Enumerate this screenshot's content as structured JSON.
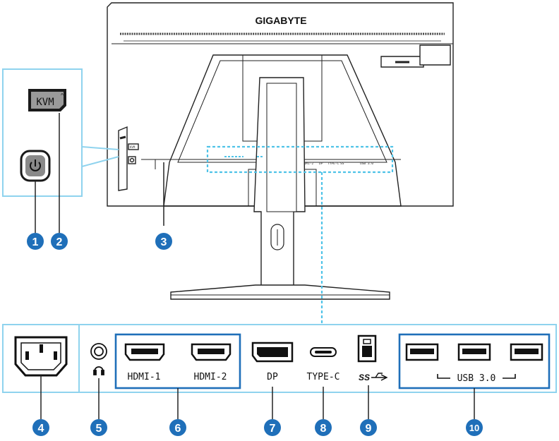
{
  "monitor": {
    "brand": "GIGABYTE",
    "tiny_port_labels": [
      "HDMI-2",
      "DP",
      "TYPE-C",
      "SS",
      "USB 3.0"
    ],
    "kvm_side_label": "KVM"
  },
  "callout_left": {
    "kvm_button_label": "KVM",
    "power_icon": "power-icon"
  },
  "ports": {
    "hdmi1_label": "HDMI-1",
    "hdmi2_label": "HDMI-2",
    "dp_label": "DP",
    "typec_label": "TYPE-C",
    "ss_usb_label": "SS",
    "usb30_label": "USB 3.0",
    "headphone_icon": "headphone-icon"
  },
  "callout_numbers": [
    "1",
    "2",
    "3",
    "4",
    "5",
    "6",
    "7",
    "8",
    "9",
    "10"
  ],
  "colors": {
    "callout_blue": "#1f6fb9",
    "highlight_cyan": "#4fc3e8",
    "panel_border": "#8fd3ee",
    "line_dark": "#222222"
  }
}
